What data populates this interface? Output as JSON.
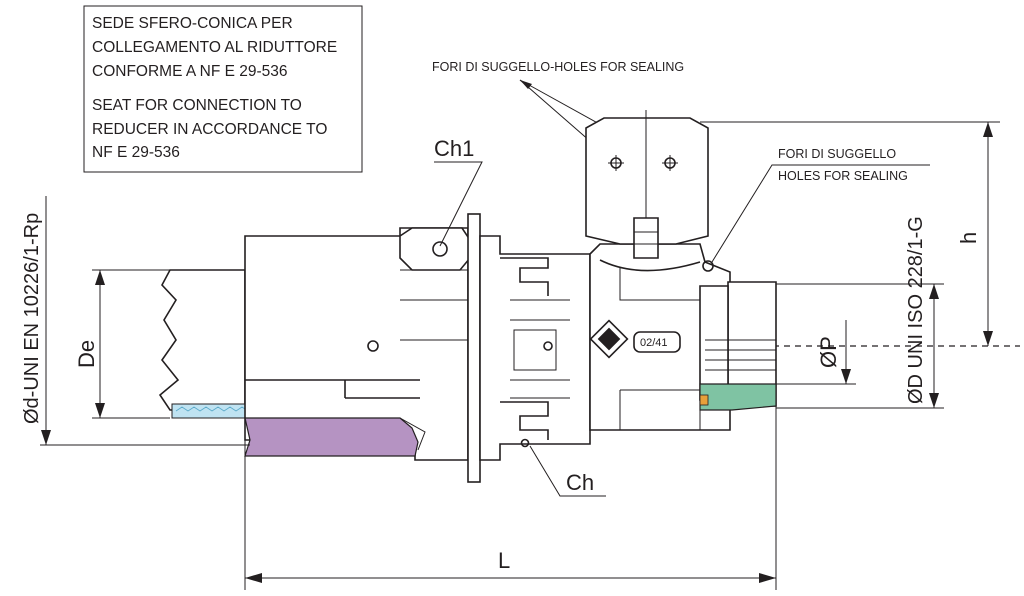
{
  "notes": {
    "it_line1": "SEDE SFERO-CONICA PER",
    "it_line2": "COLLEGAMENTO AL RIDUTTORE",
    "it_line3": "CONFORME A NF E 29-536",
    "en_line1": "SEAT FOR CONNECTION TO",
    "en_line2": "REDUCER  IN ACCORDANCE TO",
    "en_line3": "NF E 29-536"
  },
  "callouts": {
    "top_sealing": "FORI DI SUGGELLO-HOLES FOR SEALING",
    "right_sealing_it": "FORI DI SUGGELLO",
    "right_sealing_en": "HOLES FOR SEALING",
    "ch1": "Ch1",
    "ch": "Ch",
    "badge": "02/41"
  },
  "dimensions": {
    "left_vertical": "Ød-UNI EN 10226/1-Rp",
    "de": "De",
    "length": "L",
    "height": "h",
    "op": "ØP",
    "od": "ØD UNI ISO 228/1-G"
  },
  "colors": {
    "pipe_fill": "#bfe3f2",
    "purple_nut": "#b593c2",
    "green_seat": "#7fc3a3",
    "orange_seal": "#e8a03a"
  }
}
